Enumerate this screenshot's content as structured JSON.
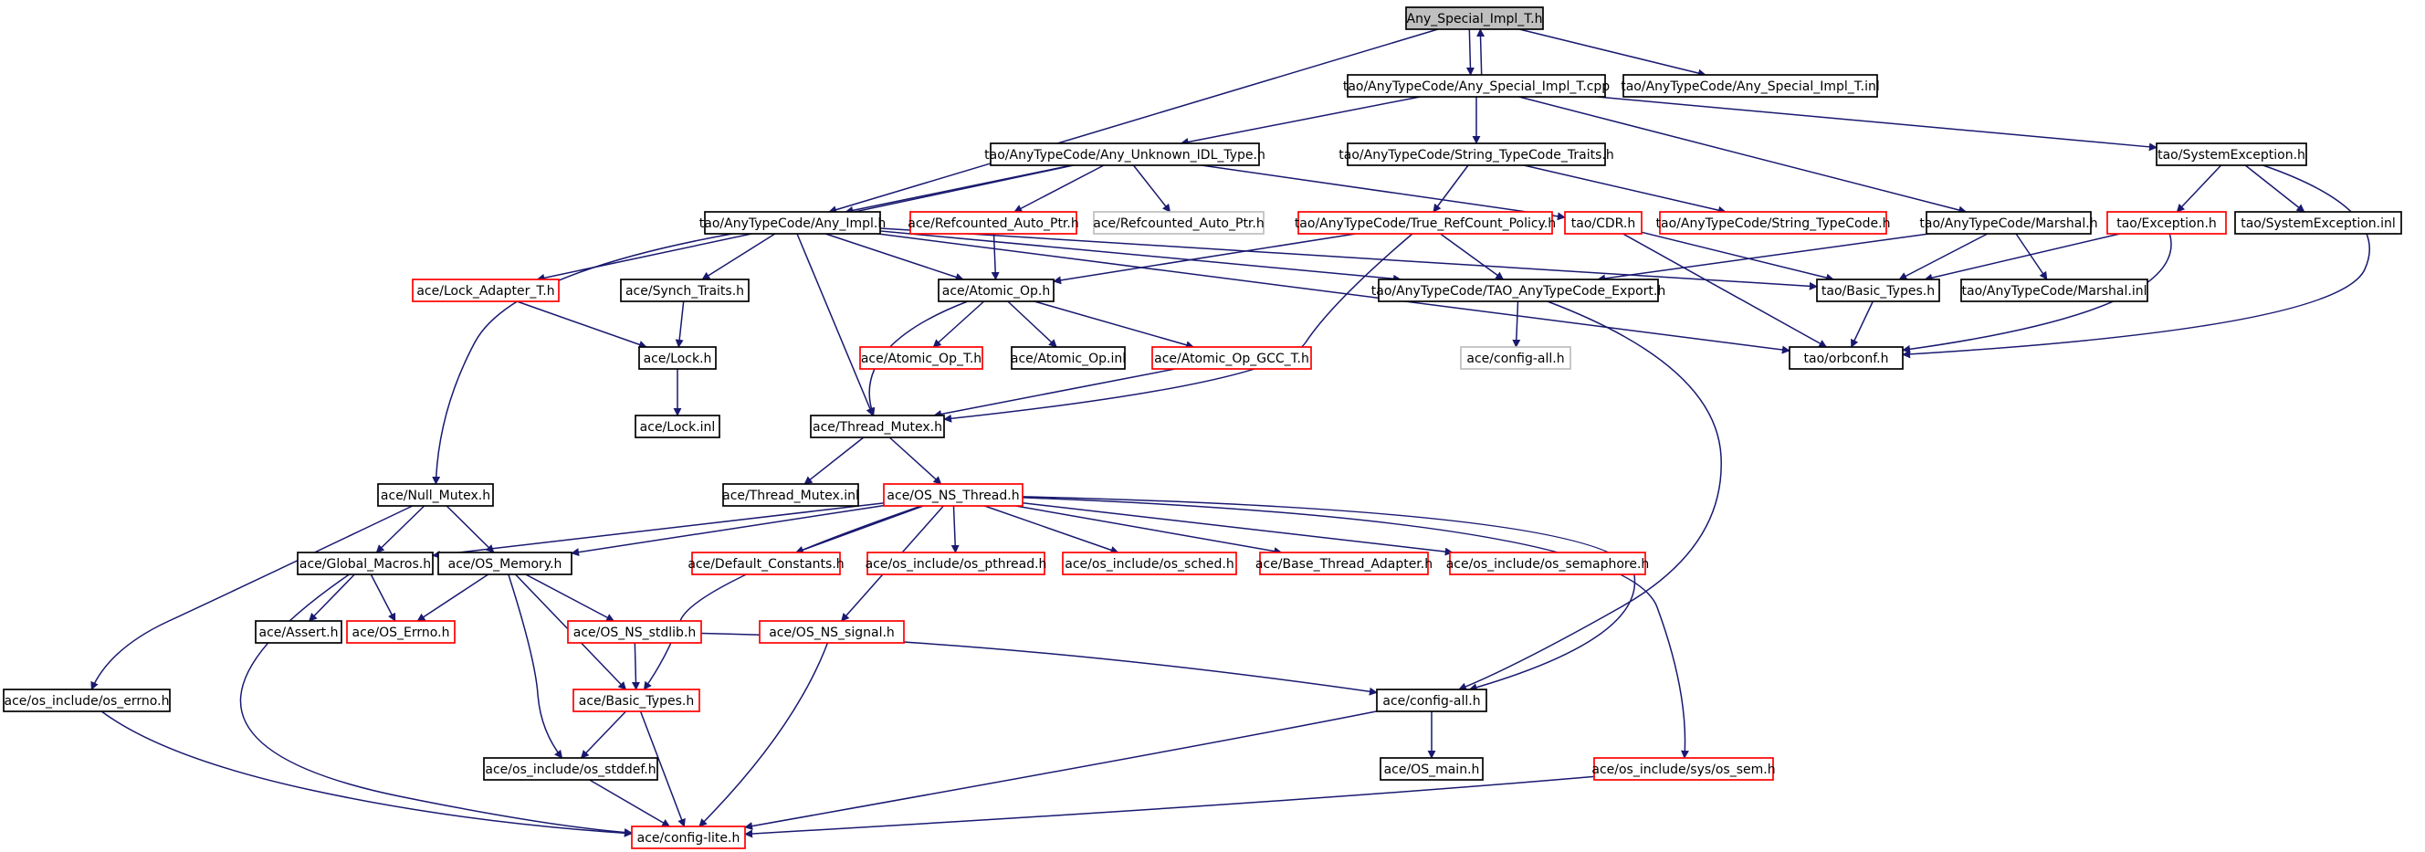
{
  "colors": {
    "edge": "#191970",
    "black_border": "#000000",
    "red_border": "#ff0000",
    "grey_border": "#bfbfbf",
    "root_fill": "#bfbfbf",
    "fill": "#ffffff"
  },
  "nodes": [
    {
      "id": "root",
      "label": "Any_Special_Impl_T.h",
      "style": "root"
    },
    {
      "id": "cpp",
      "label": "tao/AnyTypeCode/Any_Special_Impl_T.cpp",
      "style": "black"
    },
    {
      "id": "inl",
      "label": "tao/AnyTypeCode/Any_Special_Impl_T.inl",
      "style": "black"
    },
    {
      "id": "unknown",
      "label": "tao/AnyTypeCode/Any_Unknown_IDL_Type.h",
      "style": "black"
    },
    {
      "id": "stringtraits",
      "label": "tao/AnyTypeCode/String_TypeCode_Traits.h",
      "style": "black"
    },
    {
      "id": "sysexc",
      "label": "tao/SystemException.h",
      "style": "black"
    },
    {
      "id": "anyimpl",
      "label": "tao/AnyTypeCode/Any_Impl.h",
      "style": "black"
    },
    {
      "id": "refauto_red",
      "label": "ace/Refcounted_Auto_Ptr.h",
      "style": "red"
    },
    {
      "id": "refauto_grey",
      "label": "ace/Refcounted_Auto_Ptr.h",
      "style": "grey"
    },
    {
      "id": "truerefcount",
      "label": "tao/AnyTypeCode/True_RefCount_Policy.h",
      "style": "red"
    },
    {
      "id": "cdr",
      "label": "tao/CDR.h",
      "style": "red"
    },
    {
      "id": "stringtc",
      "label": "tao/AnyTypeCode/String_TypeCode.h",
      "style": "red"
    },
    {
      "id": "marshal",
      "label": "tao/AnyTypeCode/Marshal.h",
      "style": "black"
    },
    {
      "id": "exception",
      "label": "tao/Exception.h",
      "style": "red"
    },
    {
      "id": "sysexcinl",
      "label": "tao/SystemException.inl",
      "style": "black"
    },
    {
      "id": "lockadapter",
      "label": "ace/Lock_Adapter_T.h",
      "style": "red"
    },
    {
      "id": "synchtraits",
      "label": "ace/Synch_Traits.h",
      "style": "black"
    },
    {
      "id": "atomicop",
      "label": "ace/Atomic_Op.h",
      "style": "black"
    },
    {
      "id": "taoexport",
      "label": "tao/AnyTypeCode/TAO_AnyTypeCode_Export.h",
      "style": "black"
    },
    {
      "id": "basictypes_tao",
      "label": "tao/Basic_Types.h",
      "style": "black"
    },
    {
      "id": "marshalinl",
      "label": "tao/AnyTypeCode/Marshal.inl",
      "style": "black"
    },
    {
      "id": "lock",
      "label": "ace/Lock.h",
      "style": "black"
    },
    {
      "id": "atomicopt",
      "label": "ace/Atomic_Op_T.h",
      "style": "red"
    },
    {
      "id": "atomicopinl",
      "label": "ace/Atomic_Op.inl",
      "style": "black"
    },
    {
      "id": "atomicgcc",
      "label": "ace/Atomic_Op_GCC_T.h",
      "style": "red"
    },
    {
      "id": "configall_grey",
      "label": "ace/config-all.h",
      "style": "grey"
    },
    {
      "id": "orbconf",
      "label": "tao/orbconf.h",
      "style": "black"
    },
    {
      "id": "lockinl",
      "label": "ace/Lock.inl",
      "style": "black"
    },
    {
      "id": "threadmutex",
      "label": "ace/Thread_Mutex.h",
      "style": "black"
    },
    {
      "id": "nullmutex",
      "label": "ace/Null_Mutex.h",
      "style": "black"
    },
    {
      "id": "threadmutexinl",
      "label": "ace/Thread_Mutex.inl",
      "style": "black"
    },
    {
      "id": "osnsthread",
      "label": "ace/OS_NS_Thread.h",
      "style": "red"
    },
    {
      "id": "globalmacros",
      "label": "ace/Global_Macros.h",
      "style": "black"
    },
    {
      "id": "osmemory",
      "label": "ace/OS_Memory.h",
      "style": "black"
    },
    {
      "id": "defconst",
      "label": "ace/Default_Constants.h",
      "style": "red"
    },
    {
      "id": "ospthread",
      "label": "ace/os_include/os_pthread.h",
      "style": "red"
    },
    {
      "id": "ossched",
      "label": "ace/os_include/os_sched.h",
      "style": "red"
    },
    {
      "id": "basethread",
      "label": "ace/Base_Thread_Adapter.h",
      "style": "red"
    },
    {
      "id": "ossemaphore",
      "label": "ace/os_include/os_semaphore.h",
      "style": "red"
    },
    {
      "id": "assert",
      "label": "ace/Assert.h",
      "style": "black"
    },
    {
      "id": "oserrno",
      "label": "ace/OS_Errno.h",
      "style": "red"
    },
    {
      "id": "osnsstdlib",
      "label": "ace/OS_NS_stdlib.h",
      "style": "red"
    },
    {
      "id": "osnssignal",
      "label": "ace/OS_NS_signal.h",
      "style": "red"
    },
    {
      "id": "oserrno_inc",
      "label": "ace/os_include/os_errno.h",
      "style": "black"
    },
    {
      "id": "basictypes_ace",
      "label": "ace/Basic_Types.h",
      "style": "red"
    },
    {
      "id": "configall",
      "label": "ace/config-all.h",
      "style": "black"
    },
    {
      "id": "osstddef",
      "label": "ace/os_include/os_stddef.h",
      "style": "black"
    },
    {
      "id": "osmain",
      "label": "ace/OS_main.h",
      "style": "black"
    },
    {
      "id": "syssem",
      "label": "ace/os_include/sys/os_sem.h",
      "style": "red"
    },
    {
      "id": "configlite",
      "label": "ace/config-lite.h",
      "style": "red"
    }
  ]
}
